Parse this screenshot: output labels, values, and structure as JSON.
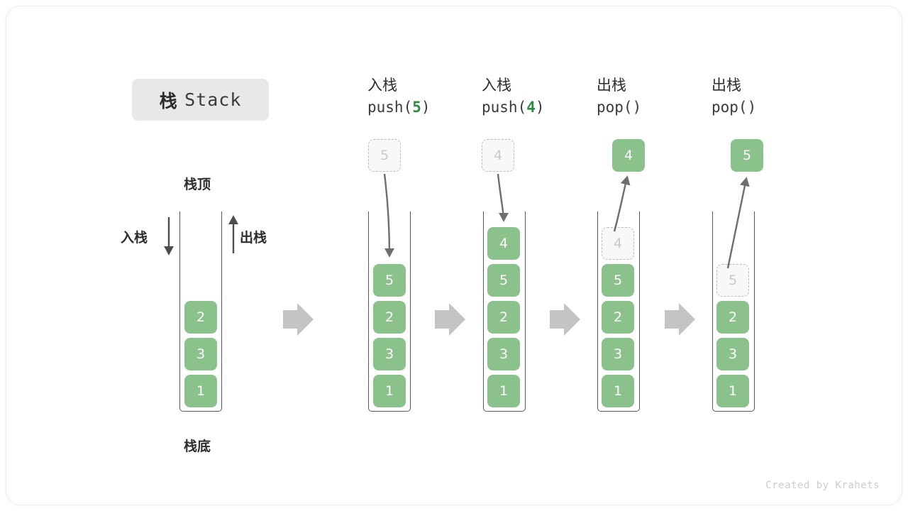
{
  "title": {
    "cjk": "栈",
    "en": "Stack"
  },
  "labels": {
    "top": "栈顶",
    "bottom": "栈底",
    "push_side": "入栈",
    "pop_side": "出栈"
  },
  "colors": {
    "cell_green": "#8bc28b",
    "arg_green": "#2e8b41",
    "ghost_border": "#bdbdbd",
    "ghost_text": "#c9c9c9",
    "chip_bg": "#e8e8e8",
    "flow_arrow": "#c4c4c4",
    "curve_arrow": "#6e6e6e",
    "box_border": "#595959"
  },
  "credit": "Created by Krahets",
  "steps": [
    {
      "id": "initial",
      "op_cjk": "",
      "op_code": "",
      "op_arg": "",
      "stack": [
        "2",
        "3",
        "1"
      ],
      "ghost": null,
      "floating": null
    },
    {
      "id": "push-5",
      "op_cjk": "入栈",
      "op_code_prefix": "push(",
      "op_arg": "5",
      "op_code_suffix": ")",
      "stack": [
        "5",
        "2",
        "3",
        "1"
      ],
      "ghost": null,
      "floating": {
        "value": "5",
        "style": "ghost"
      }
    },
    {
      "id": "push-4",
      "op_cjk": "入栈",
      "op_code_prefix": "push(",
      "op_arg": "4",
      "op_code_suffix": ")",
      "stack": [
        "4",
        "5",
        "2",
        "3",
        "1"
      ],
      "ghost": null,
      "floating": {
        "value": "4",
        "style": "ghost"
      }
    },
    {
      "id": "pop-4",
      "op_cjk": "出栈",
      "op_code_prefix": "pop(",
      "op_arg": "",
      "op_code_suffix": ")",
      "stack": [
        "5",
        "2",
        "3",
        "1"
      ],
      "ghost": {
        "value": "4",
        "slot": 0
      },
      "floating": {
        "value": "4",
        "style": "solid"
      }
    },
    {
      "id": "pop-5",
      "op_cjk": "出栈",
      "op_code_prefix": "pop(",
      "op_arg": "",
      "op_code_suffix": ")",
      "stack": [
        "2",
        "3",
        "1"
      ],
      "ghost": {
        "value": "5",
        "slot": 1
      },
      "floating": {
        "value": "5",
        "style": "solid"
      }
    }
  ]
}
